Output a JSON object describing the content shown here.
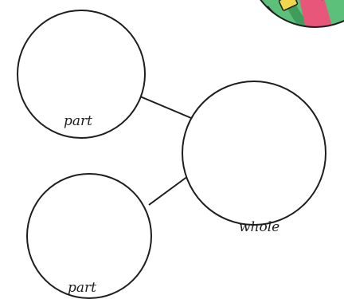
{
  "diagram": {
    "type": "part-whole model",
    "parts": [
      {
        "label": "part"
      },
      {
        "label": "part"
      }
    ],
    "whole": {
      "label": "whole"
    }
  },
  "decoration": {
    "corner_image": "cartoon-illustration-fragment",
    "colors": {
      "green": "#5cc07a",
      "pink": "#e8577a",
      "yellow": "#f2d64b",
      "outline": "#1e1e1e"
    }
  }
}
